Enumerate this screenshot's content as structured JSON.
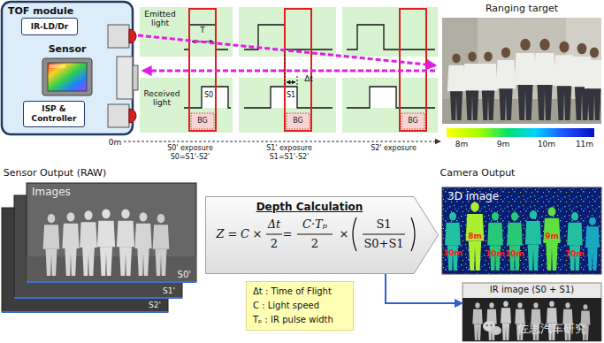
{
  "diagram": {
    "nodes": [
      {
        "text": [
          "TOF module"
        ]
      },
      {
        "text": [
          "IR-LD/Dr"
        ],
        "in": 0
      },
      {
        "text": [
          "ISP & Controller"
        ],
        "in": 0
      },
      {
        "text": [
          "Images",
          "S0'"
        ]
      },
      {
        "text": [
          "S1'"
        ]
      },
      {
        "text": [
          "S2'"
        ]
      },
      {
        "text": [
          "Depth Calculation"
        ]
      },
      {
        "text": [
          "Δt : Time of Flight",
          "C : Light speed",
          "Tₚ : IR pulse width"
        ]
      },
      {
        "text": [
          "3D image"
        ]
      },
      {
        "text": [
          "IR image (S0 + S1)"
        ]
      }
    ],
    "edges": [
      {
        "from": 6,
        "to": 9,
        "arrow": "to"
      }
    ],
    "labels": [
      "Sensor",
      "Emitted light",
      "T",
      "Received light",
      "S0",
      "Δt",
      "S1",
      "BG",
      "BG",
      "BG",
      "0m",
      "S0' exposure",
      "S0=S1'-S2'",
      "S1' exposure",
      "S1=S1'-S2'",
      "S2' exposure",
      "Ranging target",
      "8m",
      "9m",
      "10m",
      "11m",
      "Sensor Output (RAW)",
      "Z",
      "=",
      "C",
      "×",
      "Δt",
      "2",
      "=",
      "C·Tₚ",
      "2",
      "×",
      "S1",
      "S0+S1",
      "Camera Output",
      "10m",
      "8m",
      "10m",
      "10m",
      "9m",
      "10m",
      "佐思汽车研究"
    ]
  }
}
